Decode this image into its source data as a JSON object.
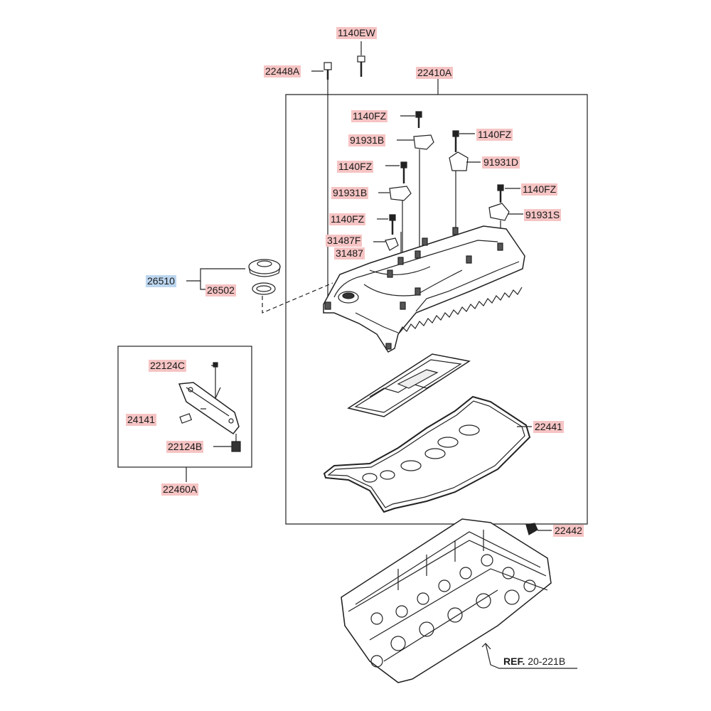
{
  "colors": {
    "part_label_bg": "#f6c4c4",
    "assembly_label_bg": "#bcd6ef",
    "line": "#222222"
  },
  "labels": {
    "l_1140ew": "1140EW",
    "l_22448a": "22448A",
    "l_22410a": "22410A",
    "l_1140fz_1": "1140FZ",
    "l_91931b_1": "91931B",
    "l_1140fz_2": "1140FZ",
    "l_91931d": "91931D",
    "l_1140fz_3": "1140FZ",
    "l_91931b_2": "91931B",
    "l_1140fz_4": "1140FZ",
    "l_91931s": "91931S",
    "l_1140fz_5": "1140FZ",
    "l_31487f": "31487F",
    "l_31487": "31487",
    "l_26510": "26510",
    "l_26502": "26502",
    "l_22124c": "22124C",
    "l_24141": "24141",
    "l_22124b": "22124B",
    "l_22460a": "22460A",
    "l_22441": "22441",
    "l_22442": "22442",
    "ref_prefix": "REF.",
    "ref_code": "20-221B"
  }
}
